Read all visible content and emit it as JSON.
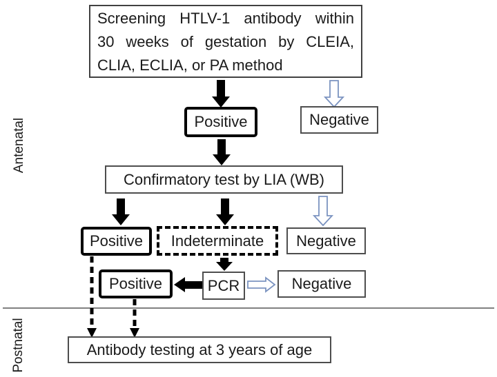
{
  "figure": {
    "sections": {
      "antenatal_label": "Antenatal",
      "postnatal_label": "Postnatal"
    },
    "nodes": {
      "screening": {
        "line1": "Screening HTLV-1 antibody within",
        "line2": "30 weeks of gestation by CLEIA,",
        "line3": "CLIA, ECLIA, or PA method"
      },
      "screening_positive": "Positive",
      "screening_negative": "Negative",
      "confirmatory": "Confirmatory test by LIA (WB)",
      "confirmatory_positive": "Positive",
      "confirmatory_indeterminate": "Indeterminate",
      "confirmatory_negative": "Negative",
      "pcr": "PCR",
      "pcr_positive": "Positive",
      "pcr_negative": "Negative",
      "followup": "Antibody testing at 3 years of age"
    },
    "colors": {
      "solid_arrow": "#000000",
      "hollow_arrow_outline": "#7b93c0",
      "hollow_arrow_fill": "#ffffff",
      "thick_box_border": "#000000",
      "thin_box_border": "#4d4d4d",
      "divider_line": "#808080",
      "background": "#ffffff",
      "text": "#1a1a1a"
    }
  }
}
